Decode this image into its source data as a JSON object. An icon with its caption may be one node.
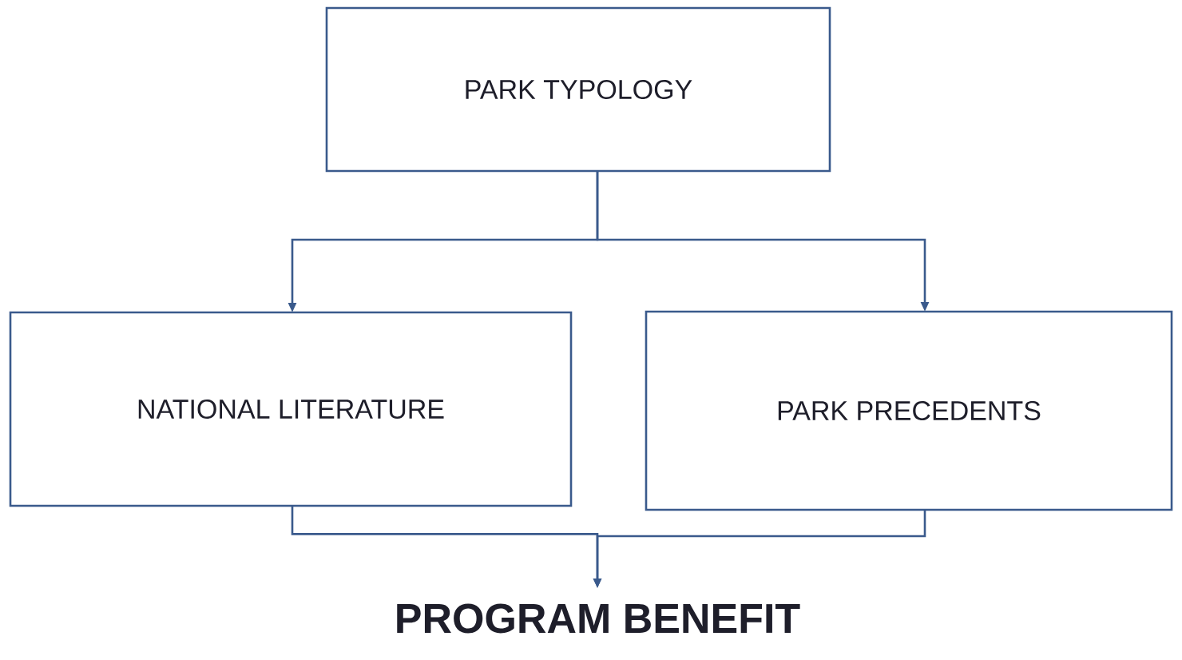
{
  "diagram": {
    "nodes": [
      {
        "text": [
          "PARK TYPOLOGY"
        ]
      },
      {
        "text": [
          "NATIONAL LITERATURE"
        ]
      },
      {
        "text": [
          "PARK PRECEDENTS"
        ]
      },
      {
        "text": [
          "PROGRAM BENEFIT"
        ]
      }
    ],
    "edges": [
      {
        "from": 0,
        "to": 1,
        "arrow": "to"
      },
      {
        "from": 0,
        "to": 2,
        "arrow": "to"
      },
      {
        "from": 1,
        "to": 3,
        "arrow": "to"
      },
      {
        "from": 2,
        "to": 3,
        "arrow": "to"
      }
    ]
  }
}
